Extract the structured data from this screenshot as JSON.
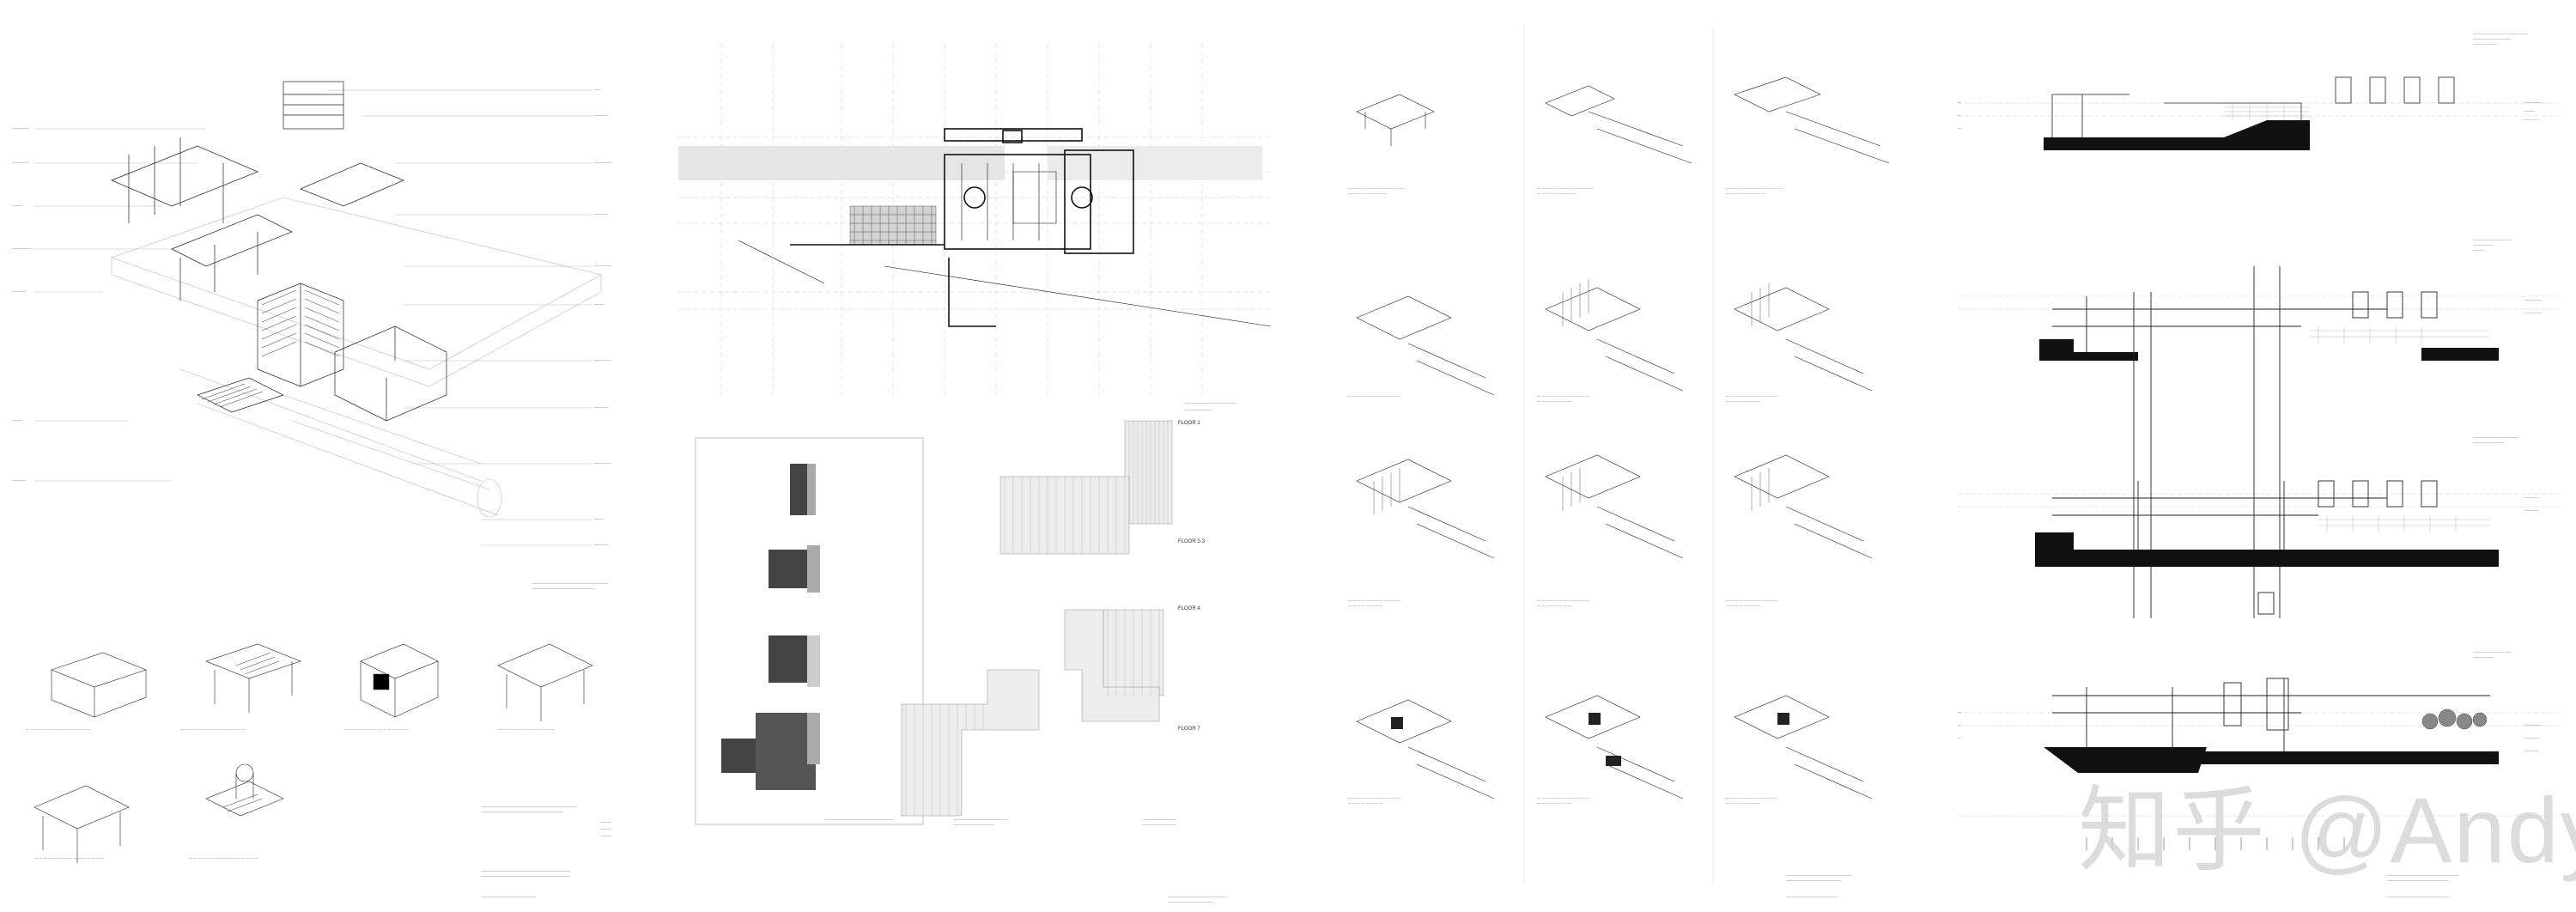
{
  "sheets": [
    {
      "id": "sheet-axonometric"
    },
    {
      "id": "sheet-plan"
    },
    {
      "id": "sheet-sequence"
    },
    {
      "id": "sheet-sections"
    }
  ],
  "plan_labels": {
    "p1": "FLOOR 1",
    "p2": "FLOOR 2-3",
    "p3": "FLOOR 4",
    "p4": "FLOOR 7"
  },
  "watermark": "知乎 @Andy",
  "colors": {
    "line": "#222222",
    "light": "#bbbbbb",
    "fill": "#111111"
  }
}
